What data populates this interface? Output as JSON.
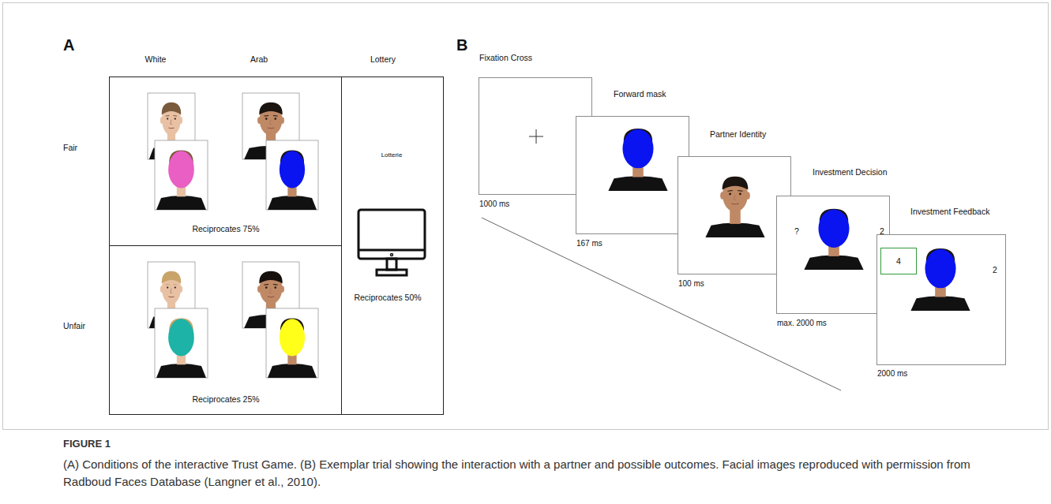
{
  "diagram": {
    "caption": "(A) Conditions of the interactive Trust Game. (B) Exemplar trial showing the interaction with a partner and possible outcomes. Facial images reproduced with permission from Radboud Faces Database (Langner et al., 2010).",
    "nodes": [
      {
        "text": [
          "Reciprocates 75%"
        ]
      },
      {
        "text": [
          "Reciprocates 25%"
        ]
      },
      {
        "text": [
          "Lotterie",
          "Reciprocates 50%"
        ]
      },
      {
        "text": [
          "Fixation Cross",
          "1000 ms"
        ]
      },
      {
        "text": [
          "Forward mask",
          "167 ms"
        ]
      },
      {
        "text": [
          "Partner Identity",
          "100 ms"
        ]
      },
      {
        "text": [
          "Investment Decision",
          "?",
          "2",
          "max. 2000 ms"
        ]
      },
      {
        "text": [
          "Investment Feedback",
          "2",
          "2000 ms"
        ]
      },
      {
        "text": [
          "4"
        ],
        "in": 7
      }
    ],
    "labels": [
      "A",
      "White",
      "Arab",
      "Lottery",
      "Fair",
      "Unfair",
      "B",
      "FIGURE 1"
    ]
  }
}
